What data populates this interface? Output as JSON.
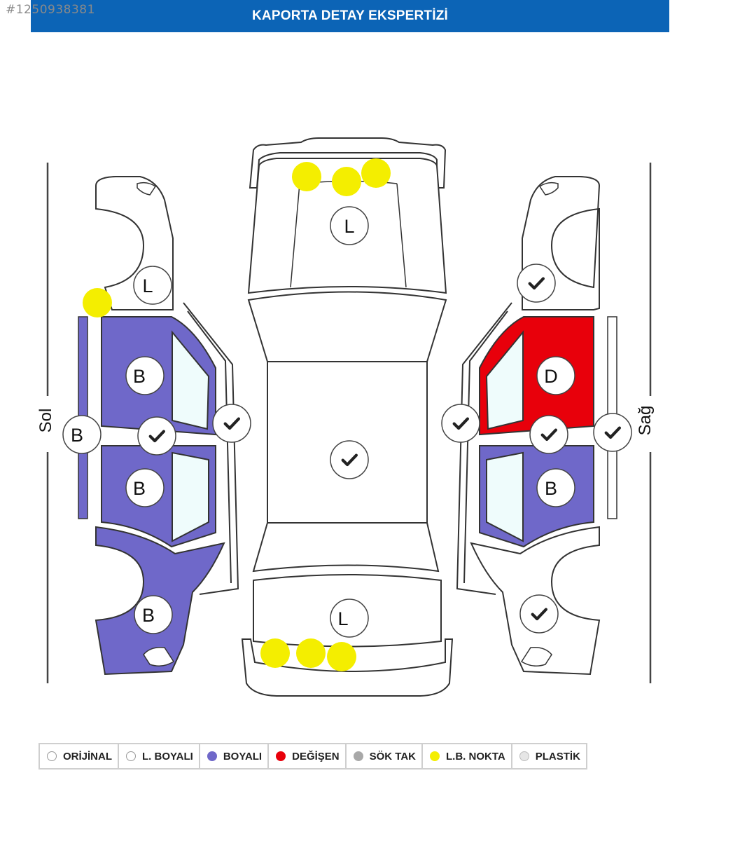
{
  "watermark_id": "#1250938381",
  "header": {
    "title": "KAPORTA DETAY EKSPERTİZİ"
  },
  "colors": {
    "header_bg": "#0c64b6",
    "boyali": "#6f68c9",
    "degisen": "#e8000b",
    "lb_nokta": "#f4ee00",
    "outline": "#333333",
    "glass": "#effcfc"
  },
  "sides": {
    "left": "Sol",
    "right": "Sağ"
  },
  "parts": {
    "hood": "L",
    "left_front_fender": "L",
    "left_front_door": "B",
    "left_sill": "B",
    "left_rear_door": "B",
    "left_rear_fender": "B",
    "right_front_door": "D",
    "right_rear_door": "B",
    "trunk": "L",
    "roof": "check-icon",
    "right_front_fender": "check-icon",
    "right_rear_fender": "check-icon",
    "left_b_pillar": "check-icon",
    "left_a_pillar": "check-icon",
    "right_a_pillar": "check-icon",
    "right_b_pillar": "check-icon",
    "right_sill": "check-icon"
  },
  "legend": [
    {
      "label": "ORİJİNAL",
      "color": "#ffffff"
    },
    {
      "label": "L. BOYALI",
      "color": "#ffffff"
    },
    {
      "label": "BOYALI",
      "color": "#6f68c9"
    },
    {
      "label": "DEĞİŞEN",
      "color": "#e8000b"
    },
    {
      "label": "SÖK TAK",
      "color": "#a8a8a8"
    },
    {
      "label": "L.B. NOKTA",
      "color": "#f4ee00"
    },
    {
      "label": "PLASTİK",
      "color": "#e6e6e6"
    }
  ]
}
